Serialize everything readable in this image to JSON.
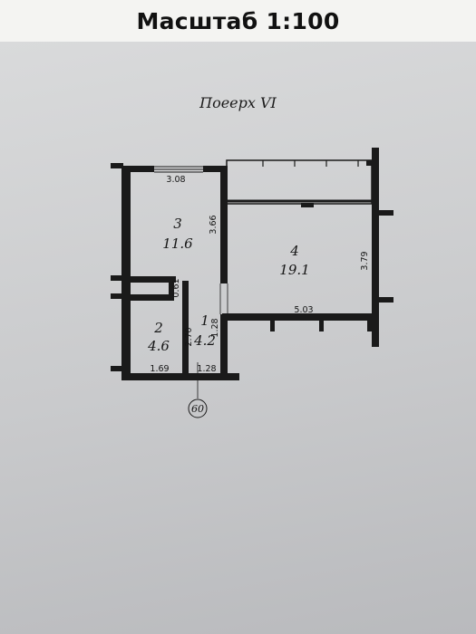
{
  "header": {
    "title": "Масштаб 1:100"
  },
  "plan": {
    "floor_title": "Поеерх VI",
    "axis_label": "60",
    "rooms": [
      {
        "number": "3",
        "area": "11.6"
      },
      {
        "number": "4",
        "area": "19.1"
      },
      {
        "number": "2",
        "area": "4.6"
      },
      {
        "number": "1",
        "area": "4.2"
      }
    ],
    "dimensions": {
      "top_left_width": "3.08",
      "room3_height": "3.66",
      "room4_height": "3.79",
      "room4_width": "5.03",
      "corridor_small": "0.61",
      "room1_small": "1.28",
      "room2_height": "2.70",
      "bottom_left": "1.69",
      "bottom_right": "1.28"
    }
  },
  "colors": {
    "wall": "#1a1a1a",
    "sheet": "#d2d3d5",
    "header": "#f4f4f2"
  }
}
